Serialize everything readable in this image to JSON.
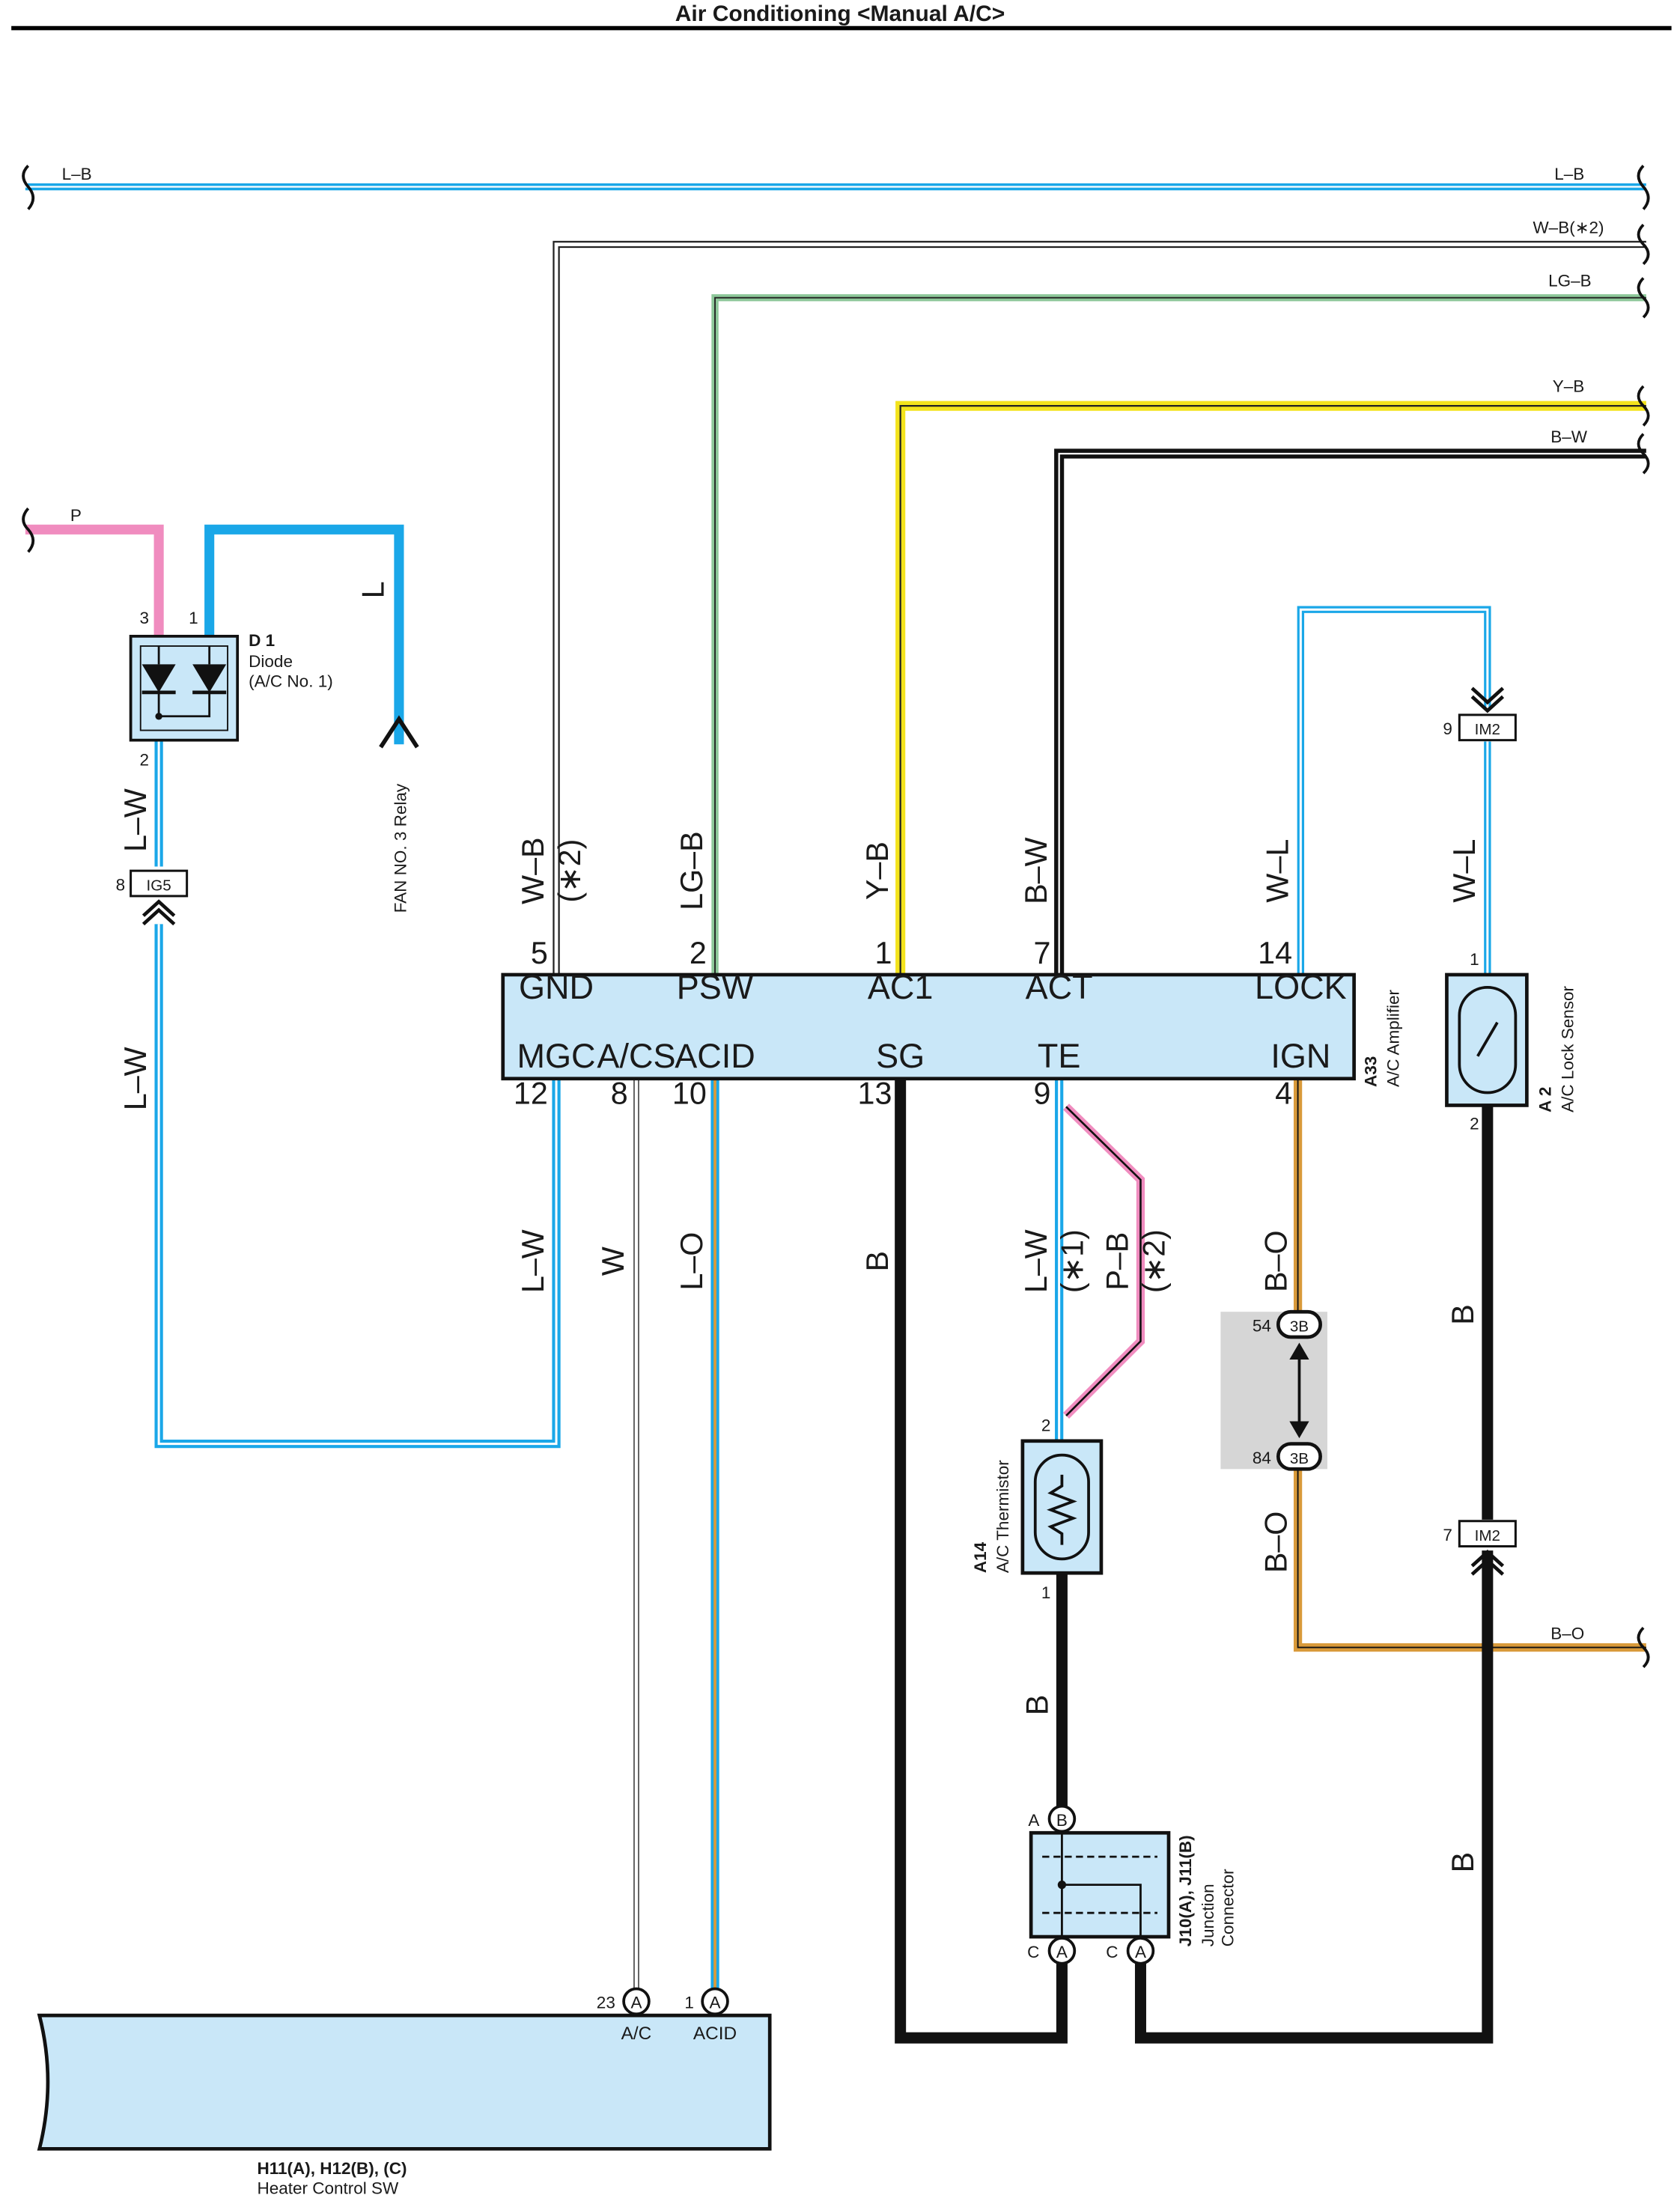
{
  "page": {
    "title": "Air Conditioning <Manual A/C>"
  },
  "wire_labels": {
    "lb_left": "L–B",
    "lb_right": "L–B",
    "wb_right": "W–B(∗2)",
    "lgb_right": "LG–B",
    "yb_right": "Y–B",
    "bw_right": "B–W",
    "p_left": "P",
    "l_relay": "L",
    "lw_d1": "L–W",
    "lw_lower": "L–W",
    "wb_vert": "W–B",
    "wb_note": "(∗2)",
    "lgb_vert": "LG–B",
    "yb_vert": "Y–B",
    "bw_vert": "B–W",
    "wl_left": "W–L",
    "wl_right": "W–L",
    "lw_mgc": "L–W",
    "w_acs": "W",
    "lo_acid": "L–O",
    "b_sg": "B",
    "lw_te": "L–W",
    "lw_te_note": "(∗1)",
    "pb_te": "P–B",
    "pb_te_note": "(∗2)",
    "bo_upper": "B–O",
    "bo_lower": "B–O",
    "bo_right": "B–O",
    "b_lock_upper": "B",
    "b_lock_lower": "B",
    "b_therm": "B"
  },
  "components": {
    "d1": {
      "code": "D 1",
      "name": "Diode",
      "sub": "(A/C No. 1)",
      "pin3": "3",
      "pin1": "1",
      "pin2": "2"
    },
    "relay": {
      "name": "FAN NO. 3 Relay"
    },
    "ig5": {
      "code": "IG5",
      "pin": "8"
    },
    "amp": {
      "code": "A33",
      "name": "A/C Amplifier",
      "top_terms": [
        "GND",
        "PSW",
        "AC1",
        "ACT",
        "LOCK"
      ],
      "top_pins": [
        "5",
        "2",
        "1",
        "7",
        "14"
      ],
      "bottom_terms": [
        "MGC",
        "A/CS",
        "ACID",
        "SG",
        "TE",
        "IGN"
      ],
      "bottom_pins": [
        "12",
        "8",
        "10",
        "13",
        "9",
        "4"
      ]
    },
    "lock_sensor": {
      "code": "A 2",
      "name": "A/C Lock Sensor",
      "pin1": "1",
      "pin2": "2"
    },
    "im2_top": {
      "code": "IM2",
      "pin": "9"
    },
    "im2_bottom": {
      "code": "IM2",
      "pin": "7"
    },
    "thermistor": {
      "code": "A14",
      "name": "A/C Thermistor",
      "pin2": "2",
      "pin1": "1"
    },
    "conn_3b": {
      "code": "3B",
      "pin_top": "54",
      "pin_bottom": "84"
    },
    "junction": {
      "code": "J10(A), J11(B)",
      "name1": "Junction",
      "name2": "Connector",
      "top_letter": "B",
      "top_pin": "A",
      "left_letter": "A",
      "left_pin": "C",
      "right_letter": "A",
      "right_pin": "C"
    },
    "heater": {
      "code": "H11(A), H12(B), (C)",
      "name": "Heater Control SW",
      "pin_ac": "23",
      "letter_ac": "A",
      "label_ac": "A/C",
      "pin_acid": "1",
      "letter_acid": "A",
      "label_acid": "ACID"
    }
  },
  "colors": {
    "blue": "#1aa7e8",
    "pink": "#f08cbf",
    "green": "#8ec89a",
    "yellow": "#f3e31c",
    "orange": "#d99a3a",
    "component_fill": "#c9e7f8",
    "black": "#111111"
  }
}
